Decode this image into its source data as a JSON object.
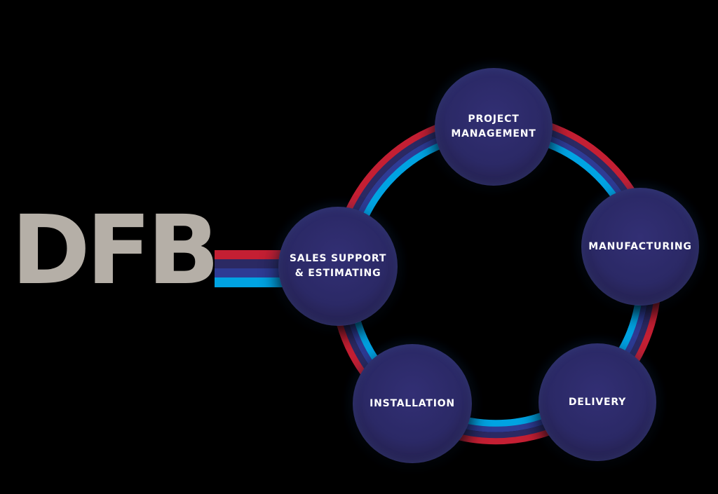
{
  "colors": {
    "background": "#000000",
    "red": "#c41f33",
    "navy": "#2b2963",
    "royal": "#2e3b94",
    "cyan": "#00a3e2",
    "logo_gray": "#b5afa7",
    "label_text": "#ffffff",
    "circle_core": "#322f74",
    "circle_fill": "#2b2966",
    "circle_dark": "#252150",
    "circle_rim": "#45439a"
  },
  "logo": {
    "text": "DFB"
  },
  "cycle": {
    "description": "Circular process diagram of five stages connected by a four-stripe ring",
    "nodes": [
      {
        "id": "project-management",
        "label": "PROJECT MANAGEMENT"
      },
      {
        "id": "manufacturing",
        "label": "MANUFACTURING"
      },
      {
        "id": "delivery",
        "label": "DELIVERY"
      },
      {
        "id": "installation",
        "label": "INSTALLATION"
      },
      {
        "id": "sales-support-estimating",
        "label": "SALES SUPPORT & ESTIMATING"
      }
    ]
  }
}
